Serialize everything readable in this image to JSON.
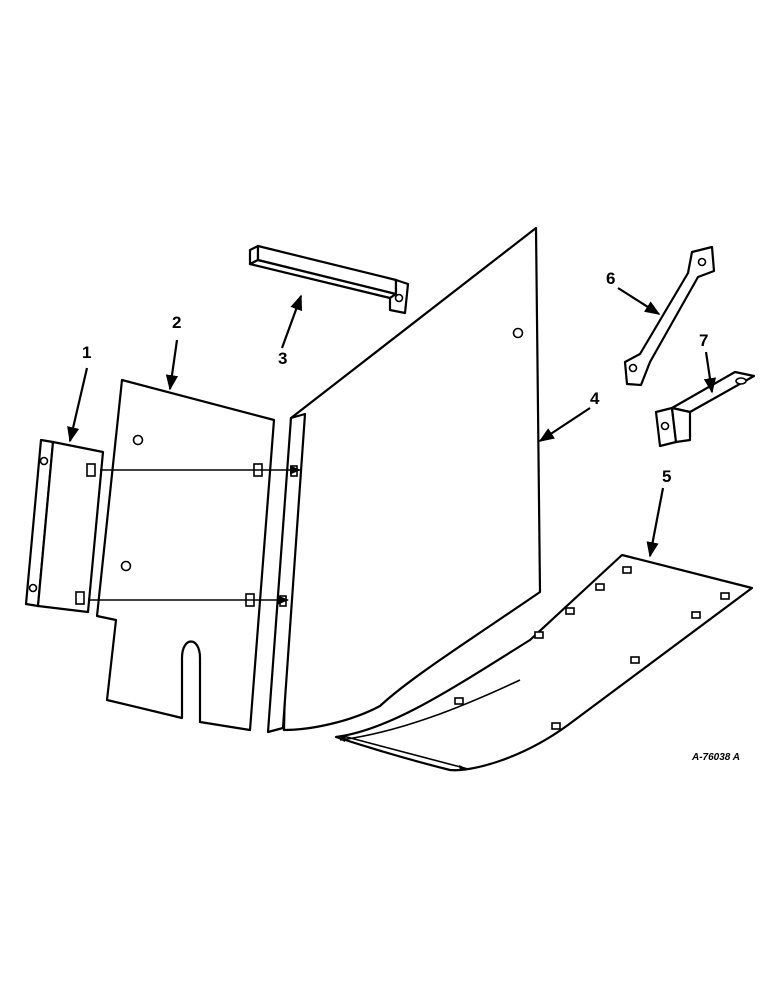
{
  "callouts": [
    "1",
    "2",
    "3",
    "4",
    "5",
    "6",
    "7"
  ],
  "reference_code": "A-76038 A"
}
